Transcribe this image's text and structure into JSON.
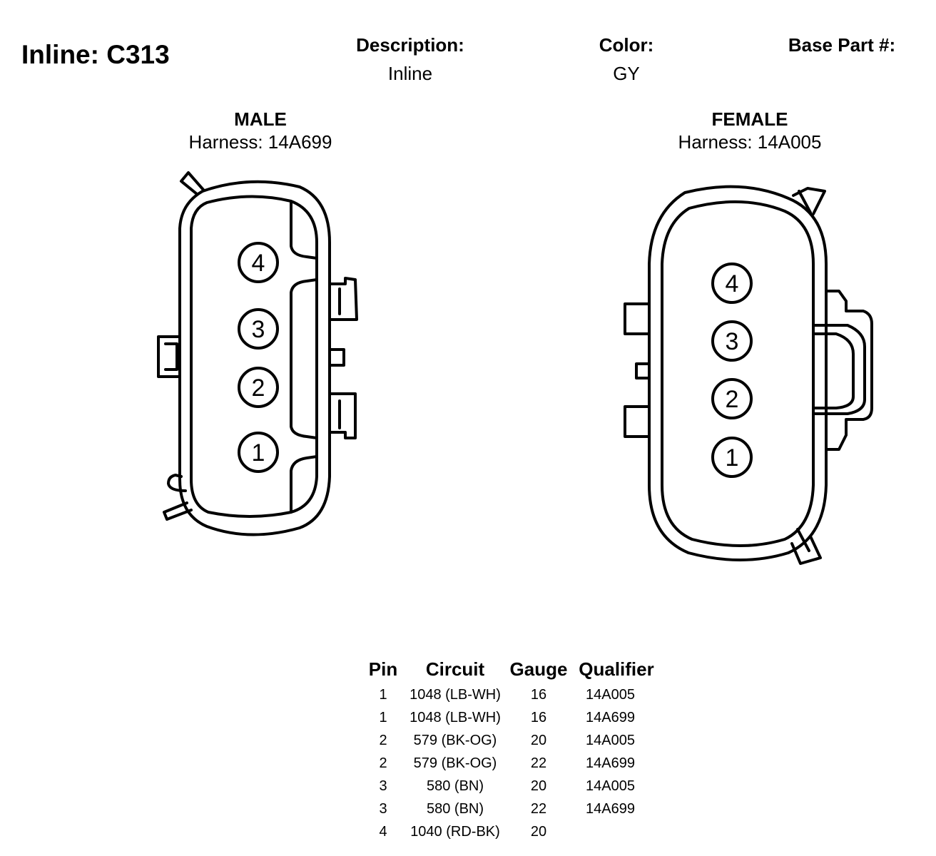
{
  "title": "Inline: C313",
  "header": {
    "description_label": "Description:",
    "description_value": "Inline",
    "color_label": "Color:",
    "color_value": "GY",
    "base_part_label": "Base Part #:"
  },
  "male": {
    "title": "MALE",
    "harness": "Harness: 14A699",
    "pins": [
      "4",
      "3",
      "2",
      "1"
    ]
  },
  "female": {
    "title": "FEMALE",
    "harness": "Harness: 14A005",
    "pins": [
      "4",
      "3",
      "2",
      "1"
    ]
  },
  "table": {
    "headers": [
      "Pin",
      "Circuit",
      "Gauge",
      "Qualifier"
    ],
    "rows": [
      {
        "pin": "1",
        "circuit": "1048 (LB-WH)",
        "gauge": "16",
        "qualifier": "14A005"
      },
      {
        "pin": "1",
        "circuit": "1048 (LB-WH)",
        "gauge": "16",
        "qualifier": "14A699"
      },
      {
        "pin": "2",
        "circuit": "579 (BK-OG)",
        "gauge": "20",
        "qualifier": "14A005"
      },
      {
        "pin": "2",
        "circuit": "579 (BK-OG)",
        "gauge": "22",
        "qualifier": "14A699"
      },
      {
        "pin": "3",
        "circuit": "580 (BN)",
        "gauge": "20",
        "qualifier": "14A005"
      },
      {
        "pin": "3",
        "circuit": "580 (BN)",
        "gauge": "22",
        "qualifier": "14A699"
      },
      {
        "pin": "4",
        "circuit": "1040 (RD-BK)",
        "gauge": "20",
        "qualifier": ""
      }
    ]
  }
}
